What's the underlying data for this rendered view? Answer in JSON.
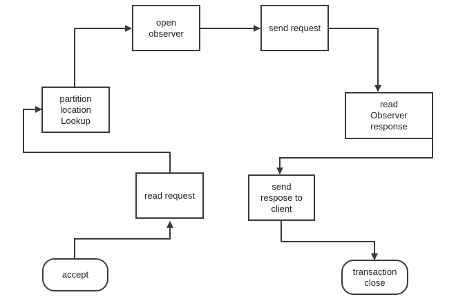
{
  "diagram": {
    "nodes": {
      "open_observer": {
        "label": "open\nobserver"
      },
      "send_request": {
        "label": "send request"
      },
      "partition_lookup": {
        "label": "partition\nlocation\nLookup"
      },
      "read_observer_response": {
        "label": "read\nObserver\nresponse"
      },
      "send_response_to_client": {
        "label": "send\nrespose to\nclient"
      },
      "read_request": {
        "label": "read request"
      },
      "accept": {
        "label": "accept"
      },
      "transaction_close": {
        "label": "transaction\nclose"
      }
    },
    "edges": [
      {
        "from": "accept",
        "to": "read_request"
      },
      {
        "from": "read_request",
        "to": "partition_lookup"
      },
      {
        "from": "partition_lookup",
        "to": "open_observer"
      },
      {
        "from": "open_observer",
        "to": "send_request"
      },
      {
        "from": "send_request",
        "to": "read_observer_response"
      },
      {
        "from": "read_observer_response",
        "to": "send_response_to_client"
      },
      {
        "from": "send_response_to_client",
        "to": "transaction_close"
      }
    ],
    "colors": {
      "stroke": "#3a3a3a",
      "text": "#222222",
      "background": "#ffffff"
    }
  }
}
